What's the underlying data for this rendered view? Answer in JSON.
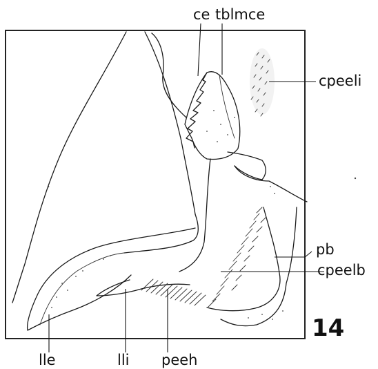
{
  "figure": {
    "number": "14",
    "labels": {
      "ce": "ce",
      "tblmce": "tblmce",
      "cpeeli": "cpeeli",
      "pb": "pb",
      "cpeelb": "cpeelb",
      "lle": "lle",
      "lli": "lli",
      "peeh": "peeh"
    }
  }
}
